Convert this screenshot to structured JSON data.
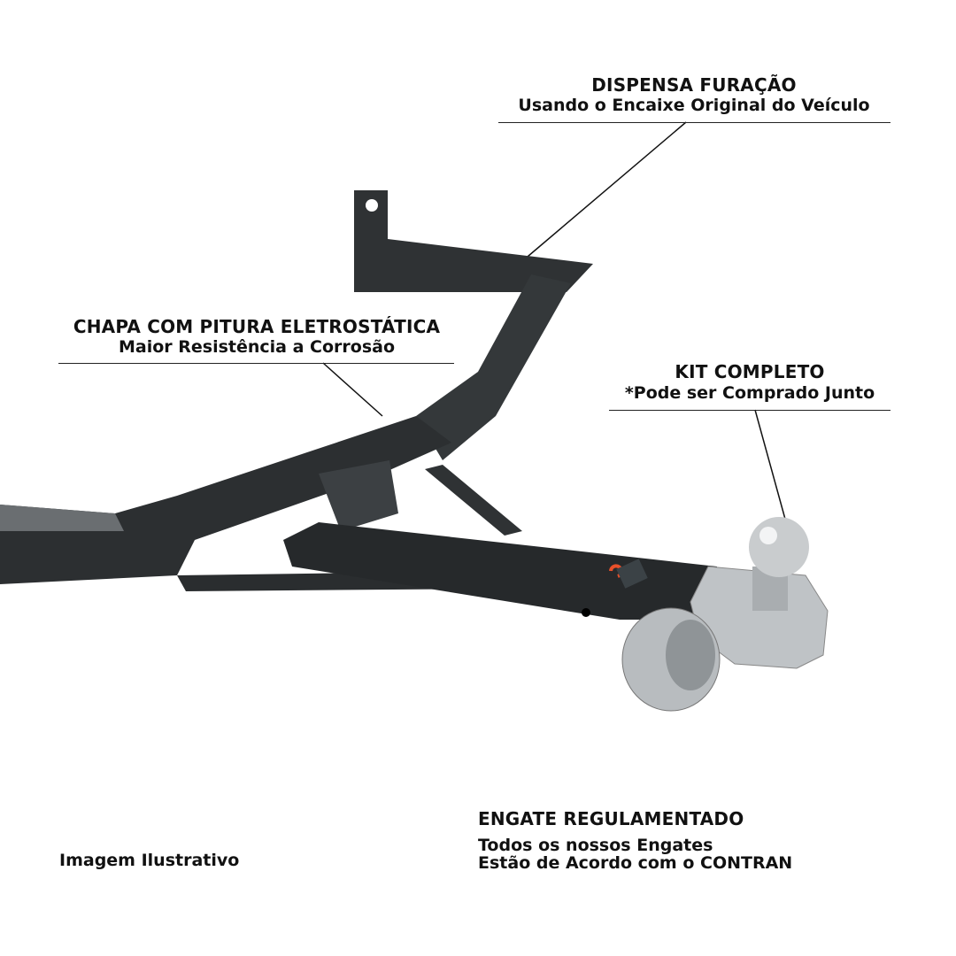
{
  "callouts": {
    "drilling": {
      "title": "DISPENSA FURAÇÃO",
      "subtitle": "Usando o Encaixe Original do Veículo"
    },
    "paint": {
      "title": "CHAPA COM PITURA ELETROSTÁTICA",
      "subtitle": "Maior Resistência a Corrosão"
    },
    "kit": {
      "title": "KIT COMPLETO",
      "subtitle": "*Pode ser Comprado Junto"
    },
    "regulation": {
      "title": "ENGATE REGULAMENTADO",
      "line1": "Todos os nossos Engates",
      "line2": "Estão de Acordo com o CONTRAN"
    }
  },
  "disclaimer": "Imagem Ilustrativo",
  "colors": {
    "steel": "#2f3234",
    "steel_light": "#4a4e51",
    "chrome": "#c9ccce",
    "logo_accent": "#e8502a"
  }
}
